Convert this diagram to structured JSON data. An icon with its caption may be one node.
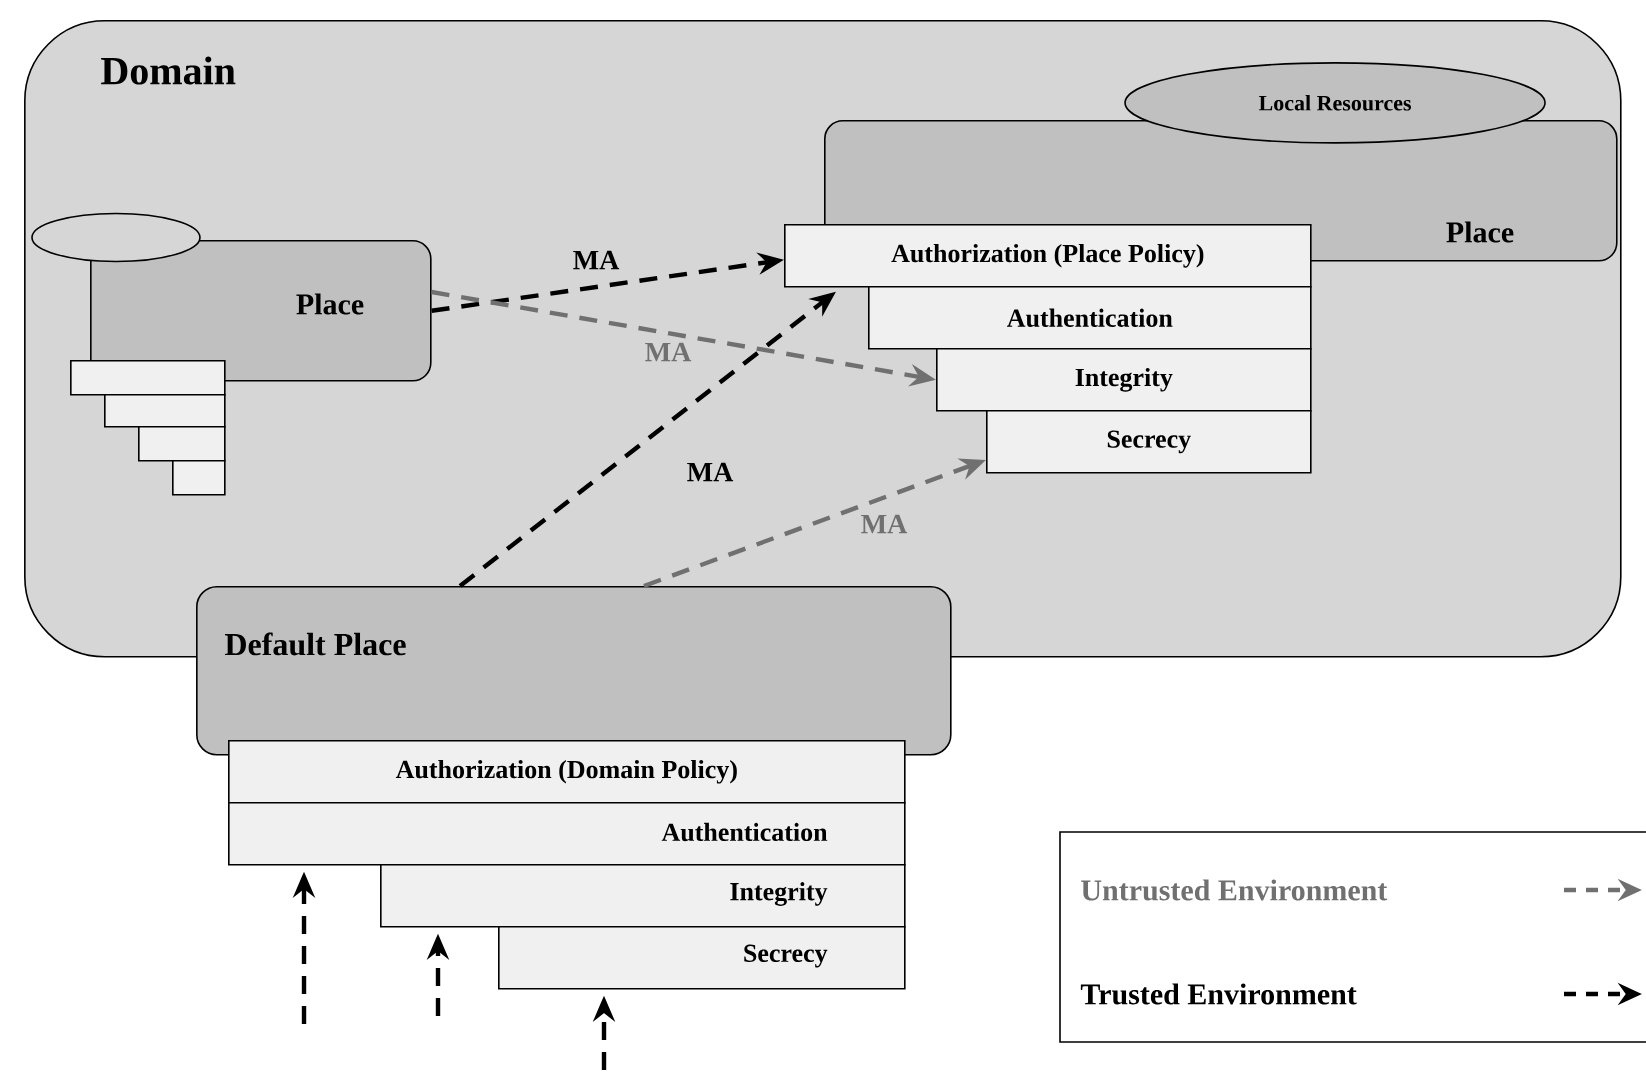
{
  "diagram": {
    "nodes": [
      {
        "text": [
          "Domain"
        ]
      },
      {
        "text": [
          "Place"
        ],
        "in": 0
      },
      {
        "text": [],
        "shape": "ellipse",
        "in": 0
      },
      {
        "text": [],
        "shape": "box",
        "in": 0
      },
      {
        "text": [],
        "shape": "box",
        "in": 0
      },
      {
        "text": [],
        "shape": "box",
        "in": 0
      },
      {
        "text": [],
        "shape": "box",
        "in": 0
      },
      {
        "text": [
          "Place"
        ],
        "in": 0
      },
      {
        "text": [
          "Local Resources"
        ],
        "in": 0
      },
      {
        "text": [
          "Authorization (Place Policy)"
        ],
        "in": 0
      },
      {
        "text": [
          "Authentication"
        ],
        "in": 0
      },
      {
        "text": [
          "Integrity"
        ],
        "in": 0
      },
      {
        "text": [
          "Secrecy"
        ],
        "in": 0
      },
      {
        "text": [
          "Default Place"
        ]
      },
      {
        "text": [
          "Authorization (Domain Policy)"
        ]
      },
      {
        "text": [
          "Authentication"
        ]
      },
      {
        "text": [
          "Integrity"
        ]
      },
      {
        "text": [
          "Secrecy"
        ]
      }
    ],
    "edges": [
      {
        "from": 1,
        "to": 9,
        "arrow": "to",
        "label": "MA",
        "style": "dashed"
      },
      {
        "from": 1,
        "to": 11,
        "arrow": "to",
        "label": "MA",
        "style": "dashed",
        "color": "#707070"
      },
      {
        "from": 13,
        "to": 9,
        "arrow": "to",
        "label": "MA",
        "style": "dashed"
      },
      {
        "from": 13,
        "to": 12,
        "arrow": "to",
        "label": "MA",
        "style": "dashed",
        "color": "#707070"
      },
      {
        "from": null,
        "to": 15,
        "arrow": "to",
        "style": "dashed"
      },
      {
        "from": null,
        "to": 16,
        "arrow": "to",
        "style": "dashed"
      },
      {
        "from": null,
        "to": 17,
        "arrow": "to",
        "style": "dashed"
      }
    ],
    "legend": [
      {
        "text": "Untrusted Environment"
      },
      {
        "text": "Trusted Environment"
      }
    ]
  }
}
